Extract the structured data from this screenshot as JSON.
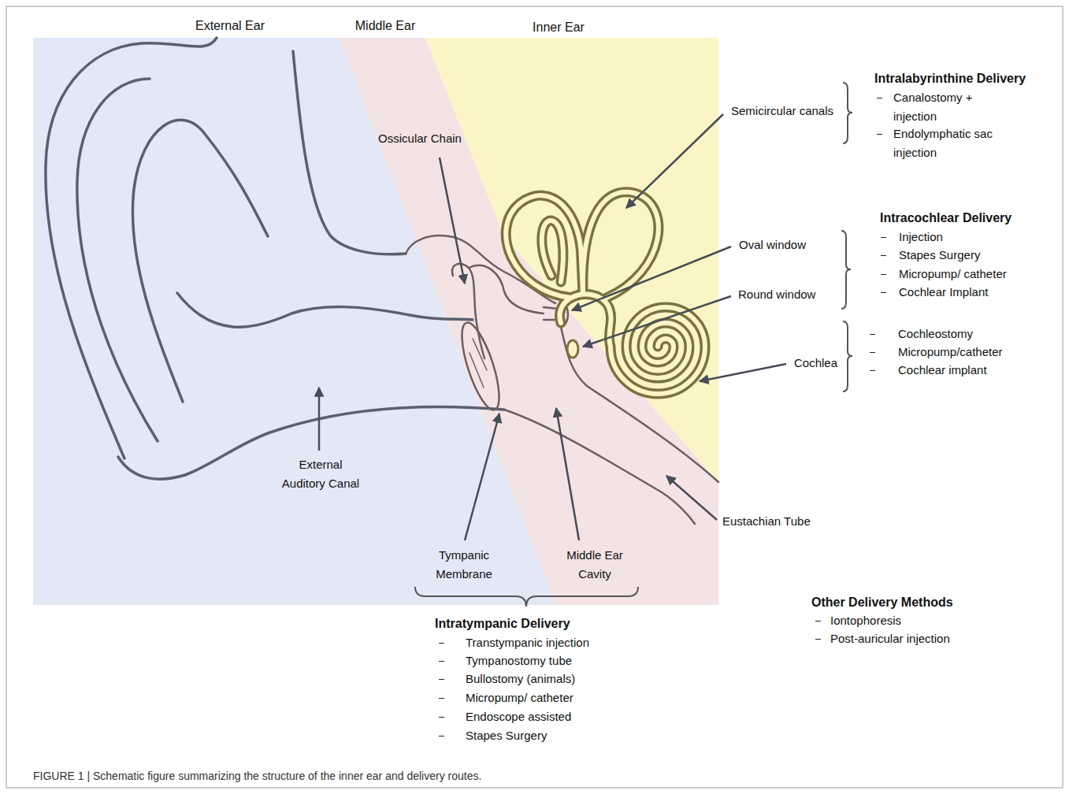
{
  "diagram": {
    "caption": "FIGURE 1 | Schematic figure summarizing the structure of the inner ear and delivery routes.",
    "labels": [
      "External Ear",
      "Middle Ear",
      "Inner Ear",
      "Semicircular canals",
      "Ossicular Chain",
      "Oval window",
      "Round window",
      "Cochlea",
      "External Auditory Canal",
      "Tympanic Membrane",
      "Middle Ear Cavity",
      "Eustachian Tube",
      "Intralabyrinthine Delivery",
      "Canalostomy + injection",
      "Endolymphatic sac injection",
      "Intracochlear Delivery",
      "Injection",
      "Stapes Surgery",
      "Micropump/ catheter",
      "Cochlear Implant",
      "Cochleostomy",
      "Micropump/catheter",
      "Cochlear implant",
      "Intratympanic Delivery",
      "Transtympanic injection",
      "Tympanostomy tube",
      "Bullostomy (animals)",
      "Micropump/ catheter",
      "Endoscope assisted",
      "Stapes Surgery",
      "Other Delivery Methods",
      "Iontophoresis",
      "Post-auricular injection"
    ]
  }
}
